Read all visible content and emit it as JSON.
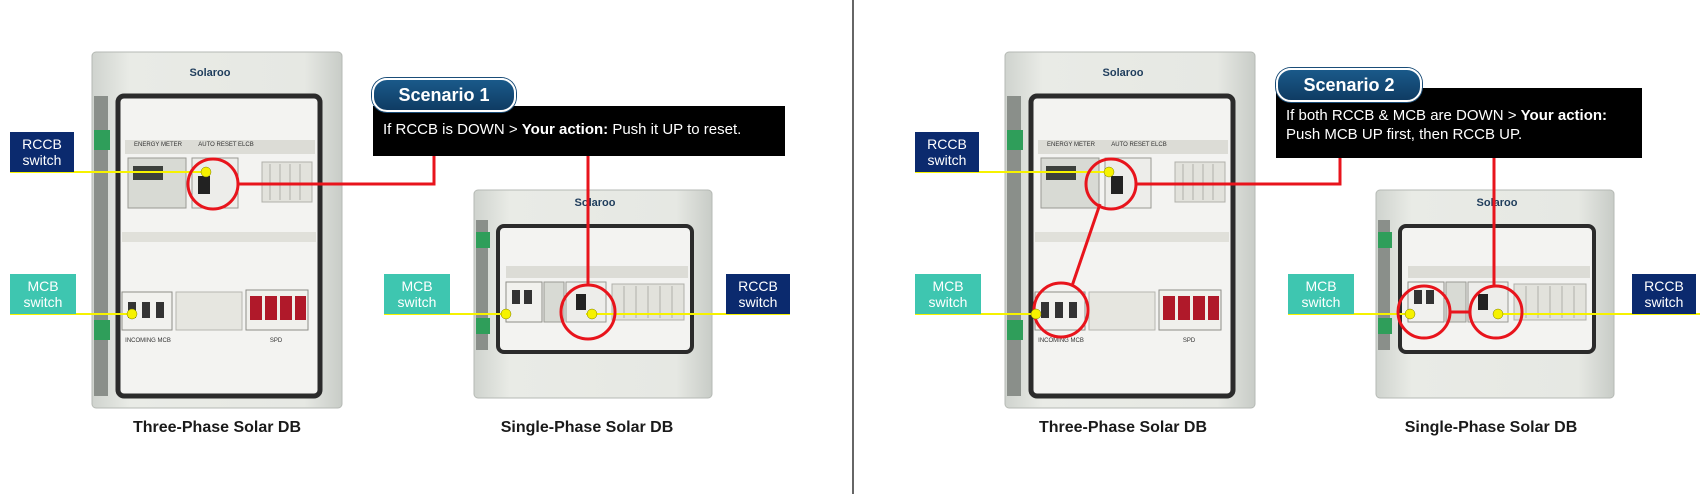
{
  "scenario1": {
    "title": "Scenario 1",
    "text_prefix": "If RCCB is DOWN > ",
    "text_bold": "Your action:",
    "text_suffix": " Push it UP to reset."
  },
  "scenario2": {
    "title": "Scenario 2",
    "text_prefix": "If both RCCB & MCB are DOWN > ",
    "text_bold": "Your action:",
    "text_suffix": " Push MCB UP first, then RCCB UP."
  },
  "labels": {
    "rccb_line1": "RCCB",
    "rccb_line2": "switch",
    "mcb_line1": "MCB",
    "mcb_line2": "switch"
  },
  "captions": {
    "three_phase": "Three-Phase Solar DB",
    "single_phase": "Single-Phase Solar DB"
  },
  "panel_text": {
    "brand": "Solaroo",
    "energy_meter": "ENERGY METER",
    "auto_reset_elcb": "AUTO RESET ELCB",
    "incoming_mcb": "INCOMING MCB",
    "spd": "SPD"
  },
  "colors": {
    "navy": "#0b2a6e",
    "teal": "#3ec6b0",
    "marker_red": "#e8141c",
    "guide_yellow": "#f6f200",
    "pill_blue": "#14507e"
  }
}
